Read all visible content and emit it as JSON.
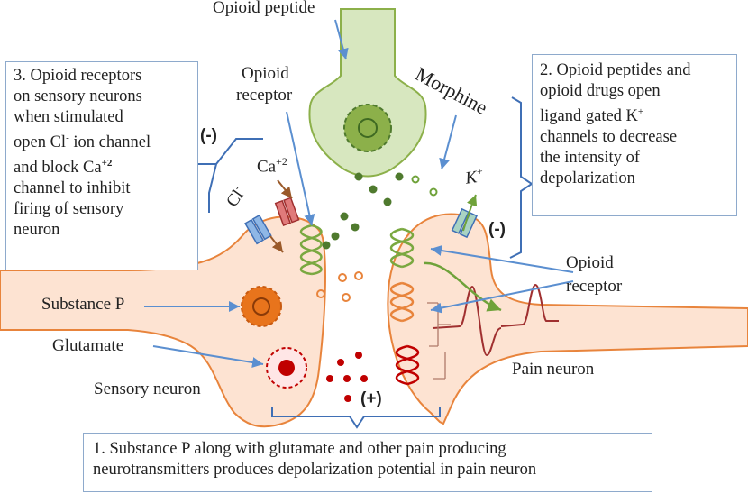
{
  "labels": {
    "opioid_peptide": "Opioid peptide",
    "opioid_receptor_left_1": "Opioid",
    "opioid_receptor_left_2": "receptor",
    "morphine": "Morphine",
    "opioid_receptor_right_1": "Opioid",
    "opioid_receptor_right_2": "receptor",
    "substance_p": "Substance P",
    "glutamate": "Glutamate",
    "sensory_neuron": "Sensory neuron",
    "pain_neuron": "Pain neuron",
    "ca_ion": "Ca",
    "ca_charge": "+2",
    "k_ion": "K",
    "k_charge": "+",
    "cl_ion": "Cl",
    "cl_charge": "-",
    "neg_left": "(-)",
    "neg_right": "(-)",
    "pos_bottom": "(+)"
  },
  "boxes": {
    "box3": {
      "l1": "3. Opioid receptors",
      "l2": "on sensory neurons",
      "l3": "when stimulated",
      "l4a": "open Cl",
      "l4sup": "-",
      "l4b": " ion channel",
      "l5a": "and block Ca",
      "l5sup": "+2",
      "l6": "channel to inhibit",
      "l7": "firing of sensory",
      "l8": "neuron"
    },
    "box2": {
      "l1": "2. Opioid peptides and",
      "l2": "opioid drugs open",
      "l3a": "ligand gated K",
      "l3sup": "+",
      "l4": "channels to decrease",
      "l5": "the intensity of",
      "l6": "depolarization"
    },
    "box1": {
      "l1": "1. Substance P along with glutamate and other pain producing",
      "l2": "neurotransmitters produces depolarization potential in pain neuron"
    }
  },
  "colors": {
    "neuron_fill": "#fde3d2",
    "neuron_stroke": "#e8843c",
    "green_fill": "#d7e7bf",
    "green_stroke": "#8cb04a",
    "vesicle_green": "#4f7a2e",
    "arrow_blue": "#5b8fd0",
    "red_arrow": "#c00000",
    "bracket_blue": "#3f6fb5"
  }
}
